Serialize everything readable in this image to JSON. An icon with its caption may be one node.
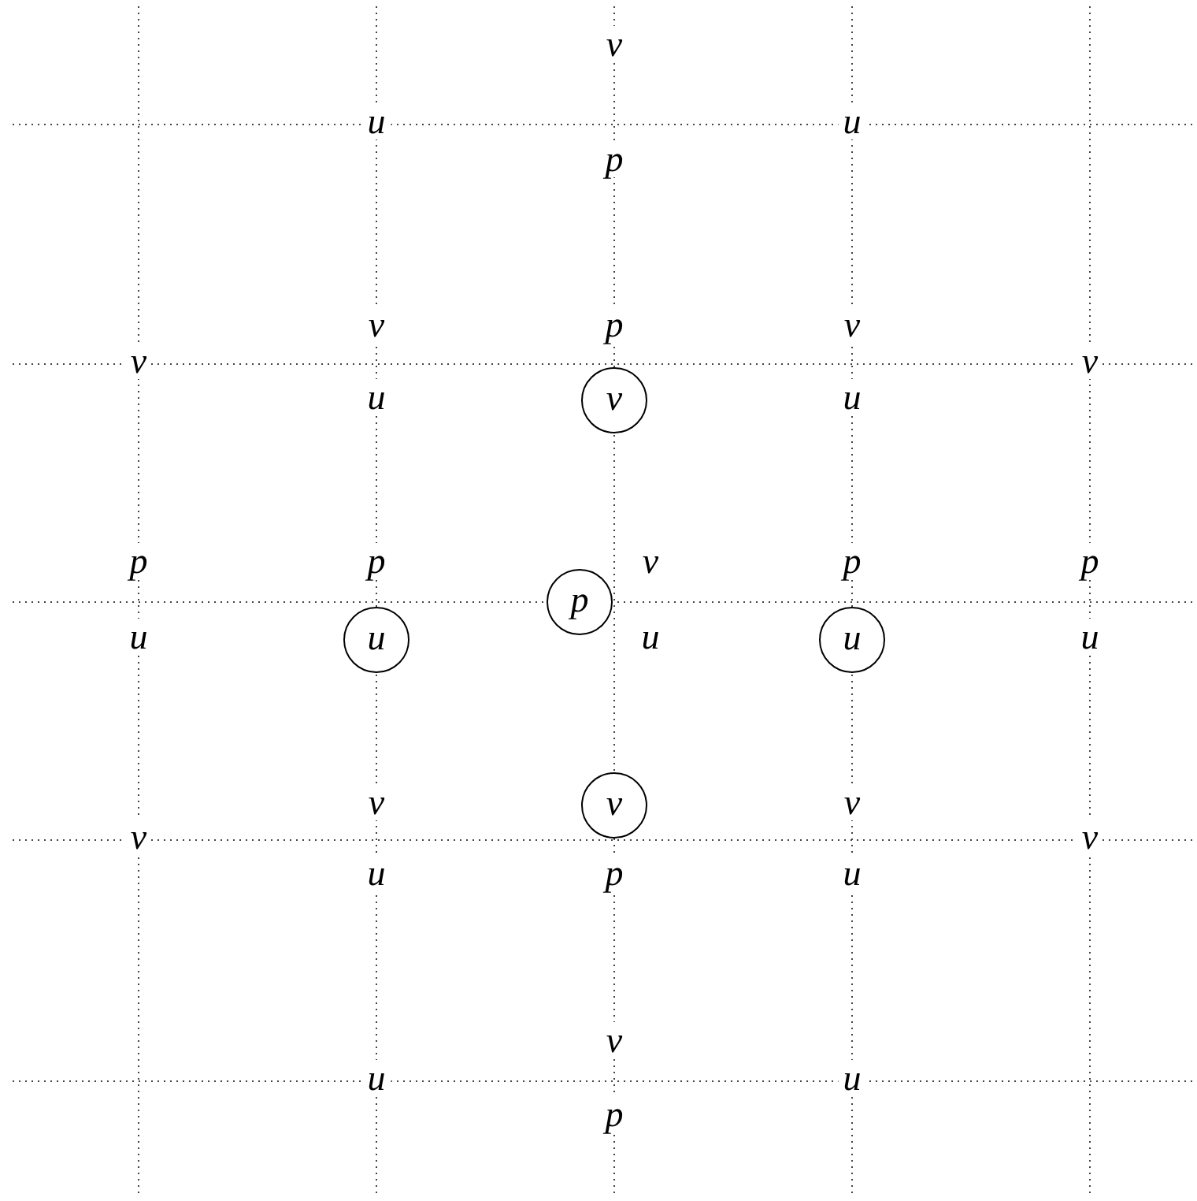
{
  "diagram": {
    "nodes": [
      {
        "text": [
          "v"
        ]
      },
      {
        "text": [
          "p"
        ]
      },
      {
        "text": [
          "u"
        ]
      },
      {
        "text": [
          "u"
        ]
      },
      {
        "text": [
          "v"
        ]
      }
    ],
    "labels": [
      "v",
      "u",
      "u",
      "p",
      "v",
      "p",
      "v",
      "v",
      "v",
      "u",
      "u",
      "p",
      "p",
      "v",
      "p",
      "p",
      "u",
      "u",
      "u",
      "v",
      "v",
      "v",
      "v",
      "u",
      "p",
      "u",
      "v",
      "u",
      "u",
      "p"
    ]
  }
}
